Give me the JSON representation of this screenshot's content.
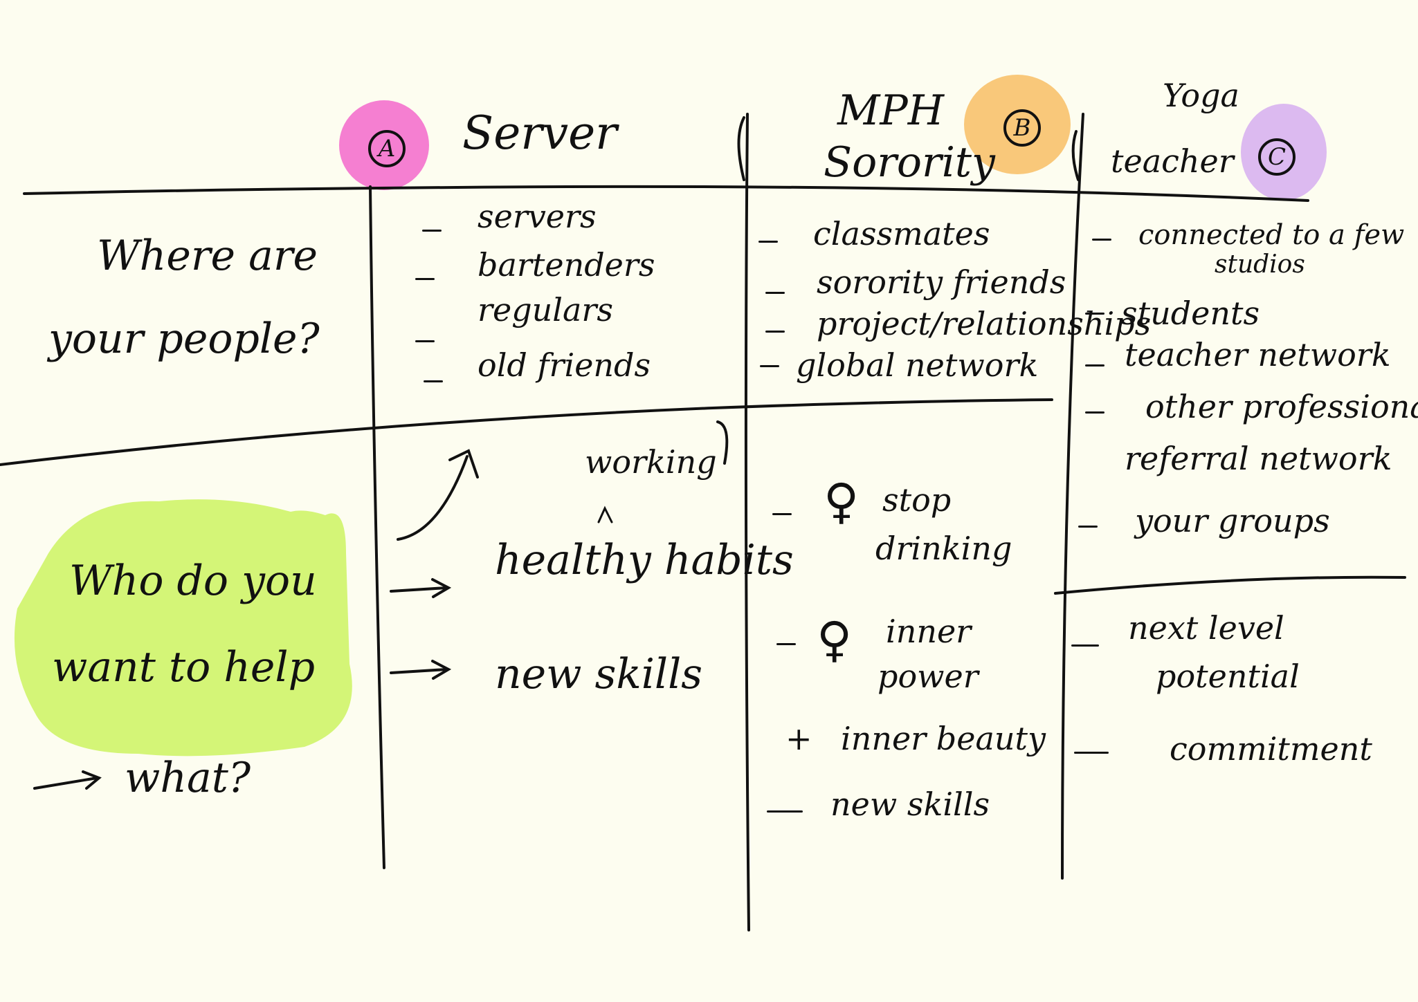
{
  "colors": {
    "background": "#fdfdf0",
    "badge_a": "#f57fd1",
    "badge_b": "#f9c87a",
    "badge_c": "#dcbaf0",
    "highlight": "#d4f577",
    "ink": "#111111"
  },
  "columns": {
    "a": {
      "badge": "A",
      "title": "Server"
    },
    "b": {
      "badge": "B",
      "title_line1": "MPH",
      "title_line2": "Sorority"
    },
    "c": {
      "badge": "C",
      "title_line1": "Yoga",
      "title_line2": "teacher"
    }
  },
  "rows": {
    "people": {
      "line1": "Where are",
      "line2": "your people?"
    },
    "help": {
      "line1": "Who do you",
      "line2": "want to help",
      "what": "what?"
    }
  },
  "cells": {
    "a_people": [
      "servers",
      "bartenders",
      "regulars",
      "old friends"
    ],
    "b_people": [
      "classmates",
      "sorority friends",
      "project/relationships",
      "global network"
    ],
    "c_people": {
      "connected_line1": "connected to a few",
      "connected_line2": "studios",
      "students": "students",
      "teacher_network": "teacher network",
      "other_prof": "other professionals",
      "referral": "referral network",
      "your_groups": "your groups"
    },
    "a_help": {
      "working": "working",
      "healthy_habits": "healthy habits",
      "new_skills": "new skills"
    },
    "b_help": {
      "stop_line1": "stop",
      "stop_line2": "drinking",
      "inner_line1": "inner",
      "inner_line2": "power",
      "inner_beauty": "inner beauty",
      "new_skills": "new skills"
    },
    "c_help": {
      "next_line1": "next level",
      "next_line2": "potential",
      "commitment": "commitment"
    }
  },
  "icons": {
    "female_symbol": "female-symbol-icon",
    "arrow": "arrow-icon",
    "caret": "caret-icon",
    "plus": "plus-icon"
  }
}
